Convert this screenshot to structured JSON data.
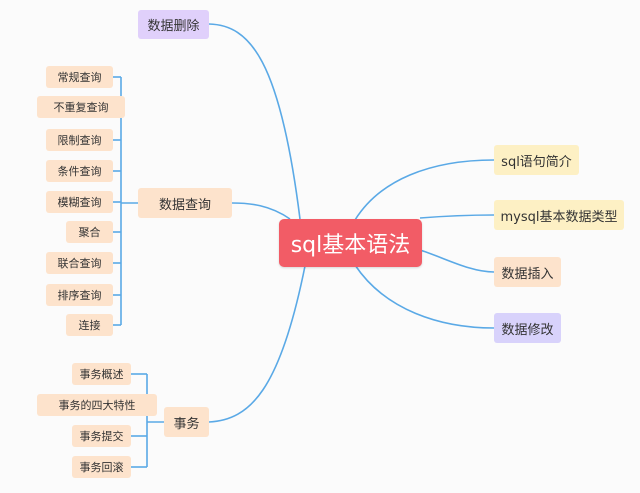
{
  "central": {
    "label": "sql基本语法",
    "color": "#f25c66"
  },
  "line_color": "#5aa9e6",
  "topics": {
    "delete": {
      "label": "数据删除"
    },
    "query": {
      "label": "数据查询",
      "children": [
        "常规查询",
        "不重复查询",
        "限制查询",
        "条件查询",
        "模糊查询",
        "聚合",
        "联合查询",
        "排序查询",
        "连接"
      ]
    },
    "transaction": {
      "label": "事务",
      "children": [
        "事务概述",
        "事务的四大特性",
        "事务提交",
        "事务回滚"
      ]
    },
    "intro": {
      "label": "sql语句简介"
    },
    "types": {
      "label": "mysql基本数据类型"
    },
    "insert": {
      "label": "数据插入"
    },
    "update": {
      "label": "数据修改"
    }
  }
}
